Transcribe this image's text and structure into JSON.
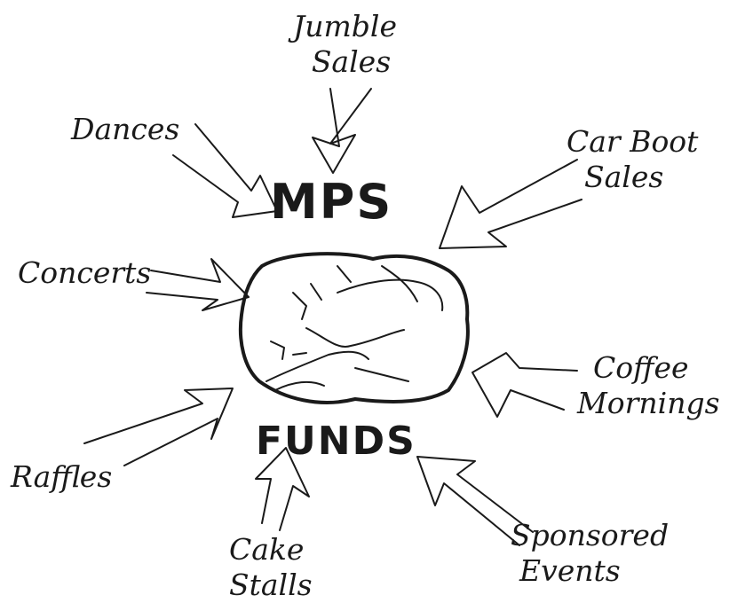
{
  "center": {
    "top_label": "MPS",
    "bottom_label": "FUNDS"
  },
  "sources": {
    "jumble_sales": [
      "Jumble",
      "Sales"
    ],
    "dances": "Dances",
    "car_boot_sales": [
      "Car Boot",
      "Sales"
    ],
    "concerts": "Concerts",
    "coffee_mornings": [
      "Coffee",
      "Mornings"
    ],
    "raffles": "Raffles",
    "cake_stalls": [
      "Cake",
      "Stalls"
    ],
    "sponsored_events": [
      "Sponsored",
      "Events"
    ]
  },
  "colors": {
    "ink": "#1a1a1a",
    "background": "#ffffff"
  }
}
